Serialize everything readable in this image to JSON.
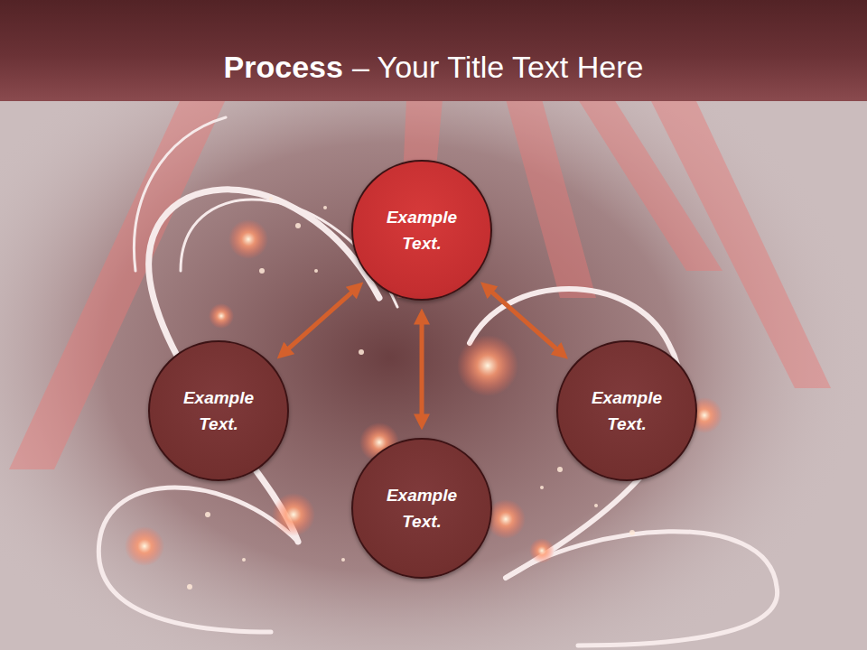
{
  "diagram": {
    "title": "Process",
    "nodes": [
      {
        "text": [
          "Example Text."
        ]
      },
      {
        "text": [
          "Example Text."
        ]
      },
      {
        "text": [
          "Example Text."
        ]
      },
      {
        "text": [
          "Example Text."
        ]
      }
    ],
    "edges": [
      {
        "from": 1,
        "to": 0,
        "arrow": "both"
      },
      {
        "from": 0,
        "to": 3,
        "arrow": "both"
      },
      {
        "from": 0,
        "to": 2,
        "arrow": "both"
      }
    ],
    "labels": [
      "– Your Title Text Here"
    ]
  }
}
